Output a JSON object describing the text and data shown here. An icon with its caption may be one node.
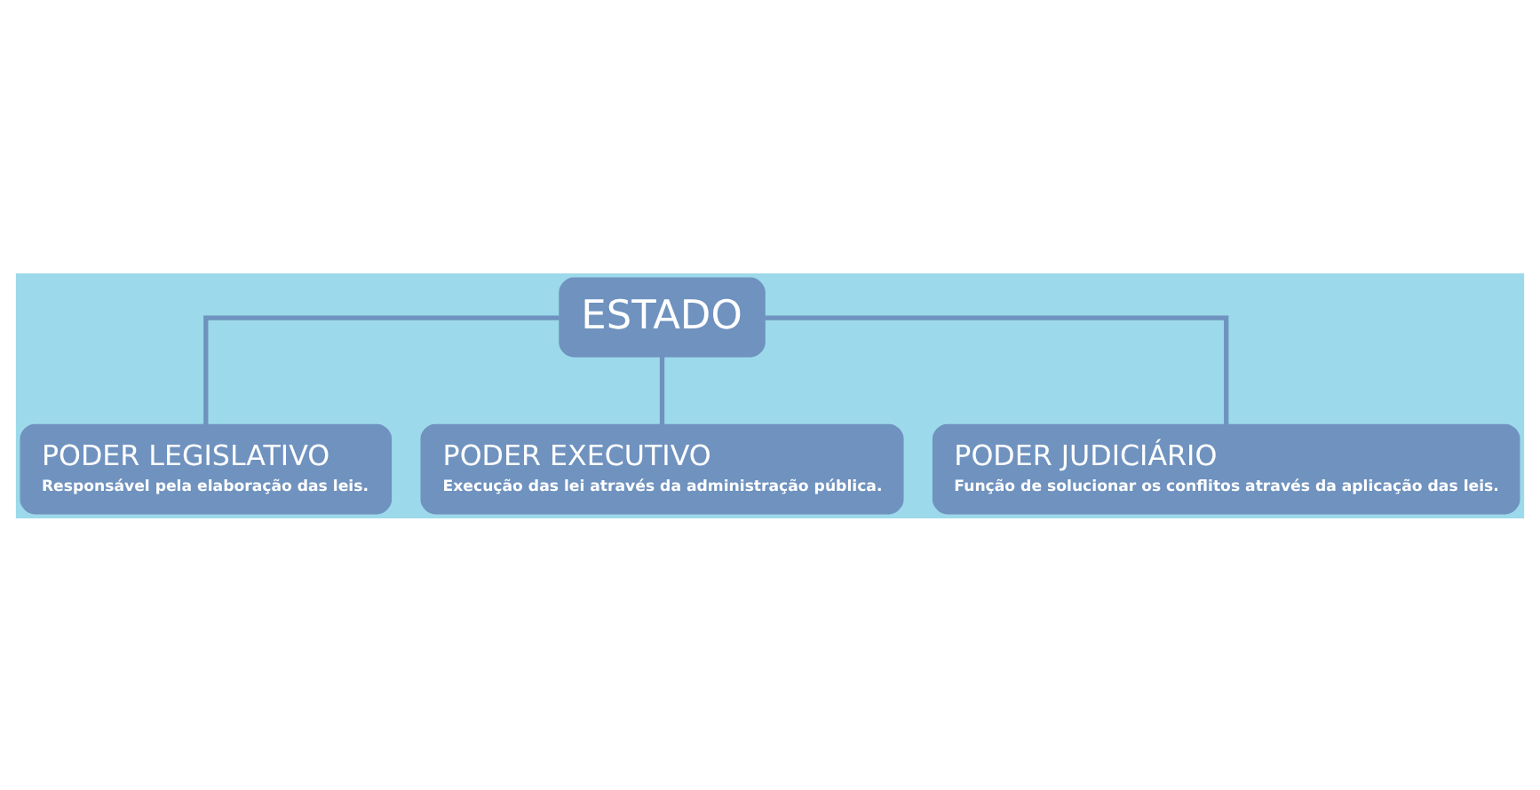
{
  "diagram": {
    "nodes": [
      {
        "text": [
          "ESTADO"
        ]
      },
      {
        "text": [
          "PODER LEGISLATIVO",
          "Responsável pela elaboração das leis."
        ]
      },
      {
        "text": [
          "PODER EXECUTIVO",
          "Execução das lei através da administração pública."
        ]
      },
      {
        "text": [
          "PODER JUDICIÁRIO",
          "Função de solucionar os conflitos através da aplicação das leis."
        ]
      }
    ],
    "edges": [
      {
        "from": 0,
        "to": 1,
        "arrow": "none"
      },
      {
        "from": 0,
        "to": 2,
        "arrow": "none"
      },
      {
        "from": 0,
        "to": 3,
        "arrow": "none"
      }
    ]
  }
}
